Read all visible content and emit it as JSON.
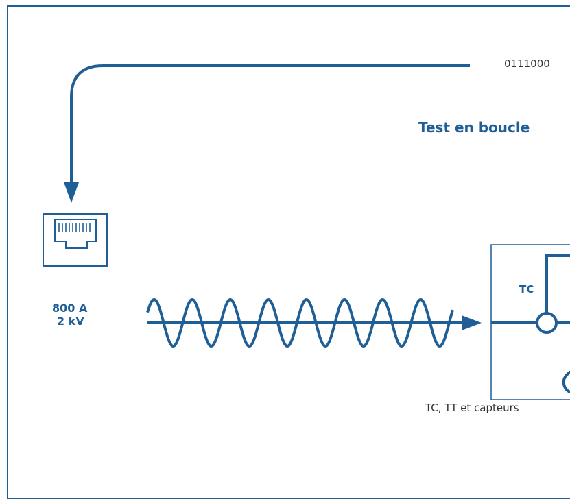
{
  "texts": {
    "binary": "0111000",
    "title": "Test en boucle",
    "current": "800 A",
    "voltage": "2 kV",
    "tc": "TC",
    "caption": "TC, TT et capteurs"
  },
  "icons": {
    "port": "ethernet-port-icon",
    "wave": "sine-wave-icon",
    "ct": "current-transformer-icon"
  },
  "colors": {
    "primary": "#1f5f96",
    "text_gray": "#333333",
    "background": "#ffffff"
  }
}
